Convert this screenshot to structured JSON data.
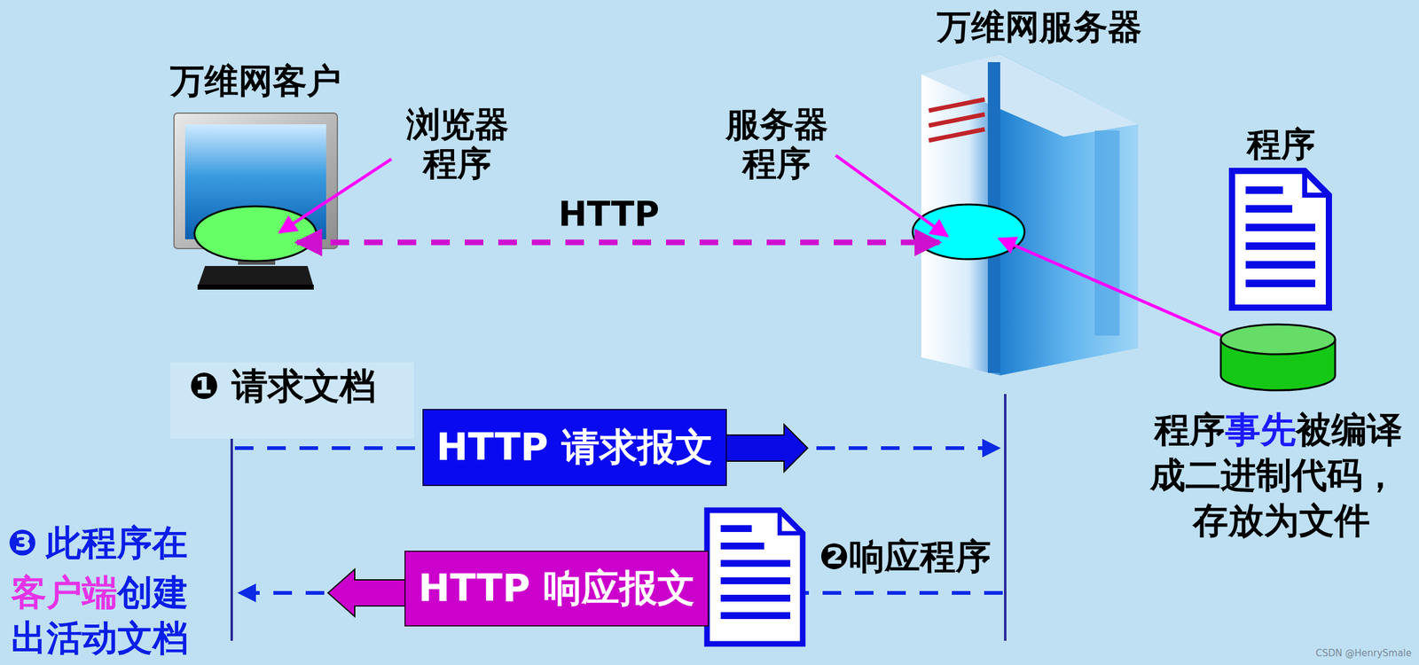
{
  "diagram": {
    "nodes": [
      {
        "text": [
          "❶ 请求文档"
        ]
      },
      {
        "text": [
          "HTTP 请求报文"
        ]
      },
      {
        "text": [
          "HTTP 响应报文"
        ]
      }
    ],
    "labels": [
      "万维网客户",
      "浏览器 程序",
      "HTTP",
      "万维网服务器",
      "服务器 程序",
      "程序",
      "程序",
      "事先",
      "被编译",
      "成二进制代码，",
      "存放为文件",
      "❷响应程序",
      "❸",
      "此程序在",
      "客户端",
      "创建",
      "出活动文档",
      "CSDN @HenrySmale"
    ]
  }
}
